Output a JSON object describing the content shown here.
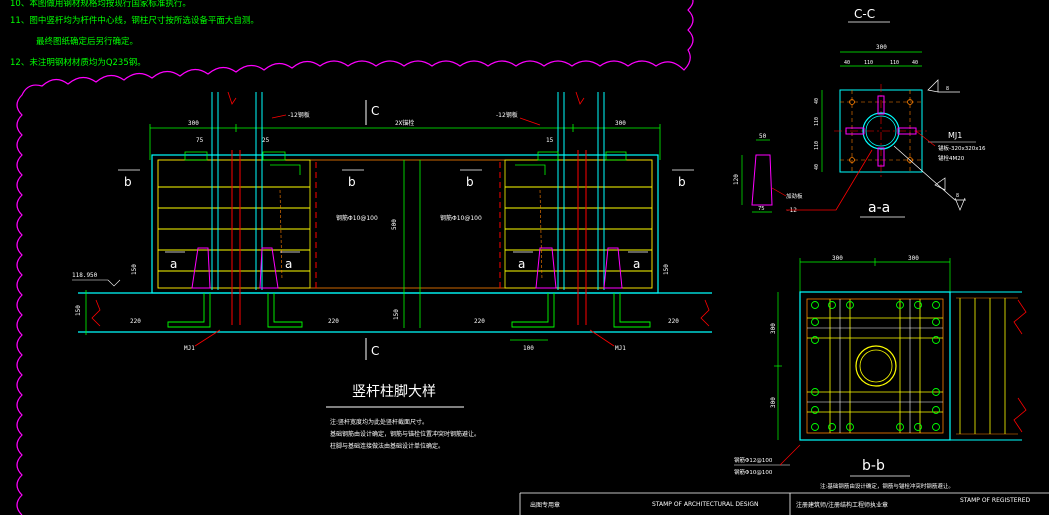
{
  "notes": {
    "line1": "10、本图做用钢材规格均按现行国家标准执行。",
    "line2": "11、图中竖杆均为杆件中心线，钢柱尺寸按所选设备平面大自测。",
    "line3": "最终图纸确定后另行确定。",
    "line4": "12、未注明钢材材质均为Q235钢。"
  },
  "main_view": {
    "title": "竖杆柱脚大样",
    "note1": "注:竖杆宽度均为此处竖杆截面尺寸。",
    "note2": "基础钢筋由设计确定，钢筋与锚栓位置冲突时钢筋避让。",
    "note3": "柱脚与基础连接做法由基础设计单位确定。",
    "section_c_top": "C",
    "section_c_bottom": "C",
    "b_marks": [
      "b",
      "b",
      "b",
      "b"
    ],
    "a_marks": [
      "a",
      "a",
      "a",
      "a"
    ],
    "dims": {
      "d300a": "300",
      "d75a": "75",
      "d25a": "25",
      "d12a": "-12钢板",
      "d2000": "2X锚栓",
      "d12b": "-12钢板",
      "d15b": "15",
      "d300b": "300",
      "d150a": "150",
      "d150b": "150",
      "d220a": "220",
      "d220b": "220",
      "d220c": "220",
      "d220d": "220",
      "d500": "500",
      "d150c": "150",
      "d150d": "150",
      "d100": "100",
      "elev": "118.950",
      "rebar1": "钢筋Φ10@100",
      "rebar2": "钢筋Φ10@100",
      "mj1a": "MJ1",
      "mj1b": "MJ1"
    }
  },
  "cc_view": {
    "title": "C-C",
    "dim_top": "300",
    "dim_subs": [
      "40",
      "110",
      "110",
      "40"
    ],
    "dim_left": [
      "40",
      "110",
      "110",
      "40"
    ],
    "label_mj1": "MJ1",
    "label_plate": "锚板-320x320x16",
    "label_bolt": "锚栓4M20",
    "weld1": "8",
    "weld2": "8"
  },
  "aa_view": {
    "title": "a-a",
    "dim_top": "50",
    "dim_left": "120",
    "dim_bottom": "75",
    "label_plate": "-12",
    "label_stiff": "加劲板"
  },
  "bb_view": {
    "title": "b-b",
    "dim_top1": "300",
    "dim_top2": "300",
    "dim_left1": "300",
    "dim_left2": "300",
    "label_rebar1": "钢筋Φ12@100",
    "label_rebar2": "钢筋Φ10@100",
    "note": "注:基础钢筋由设计确定，钢筋与锚栓冲突时钢筋避让。"
  },
  "title_block": {
    "cell1": "出图专用章",
    "cell2": "STAMP OF ARCHITECTURAL DESIGN",
    "cell3": "注册建筑师/注册结构工程师执业章",
    "cell4": "STAMP OF REGISTERED"
  },
  "colors": {
    "background": "#000000",
    "cyan": "#00ffff",
    "green": "#00ff00",
    "yellow": "#ffff00",
    "red": "#ff0000",
    "magenta": "#ff00ff",
    "white": "#ffffff",
    "orange": "#ff8000"
  }
}
